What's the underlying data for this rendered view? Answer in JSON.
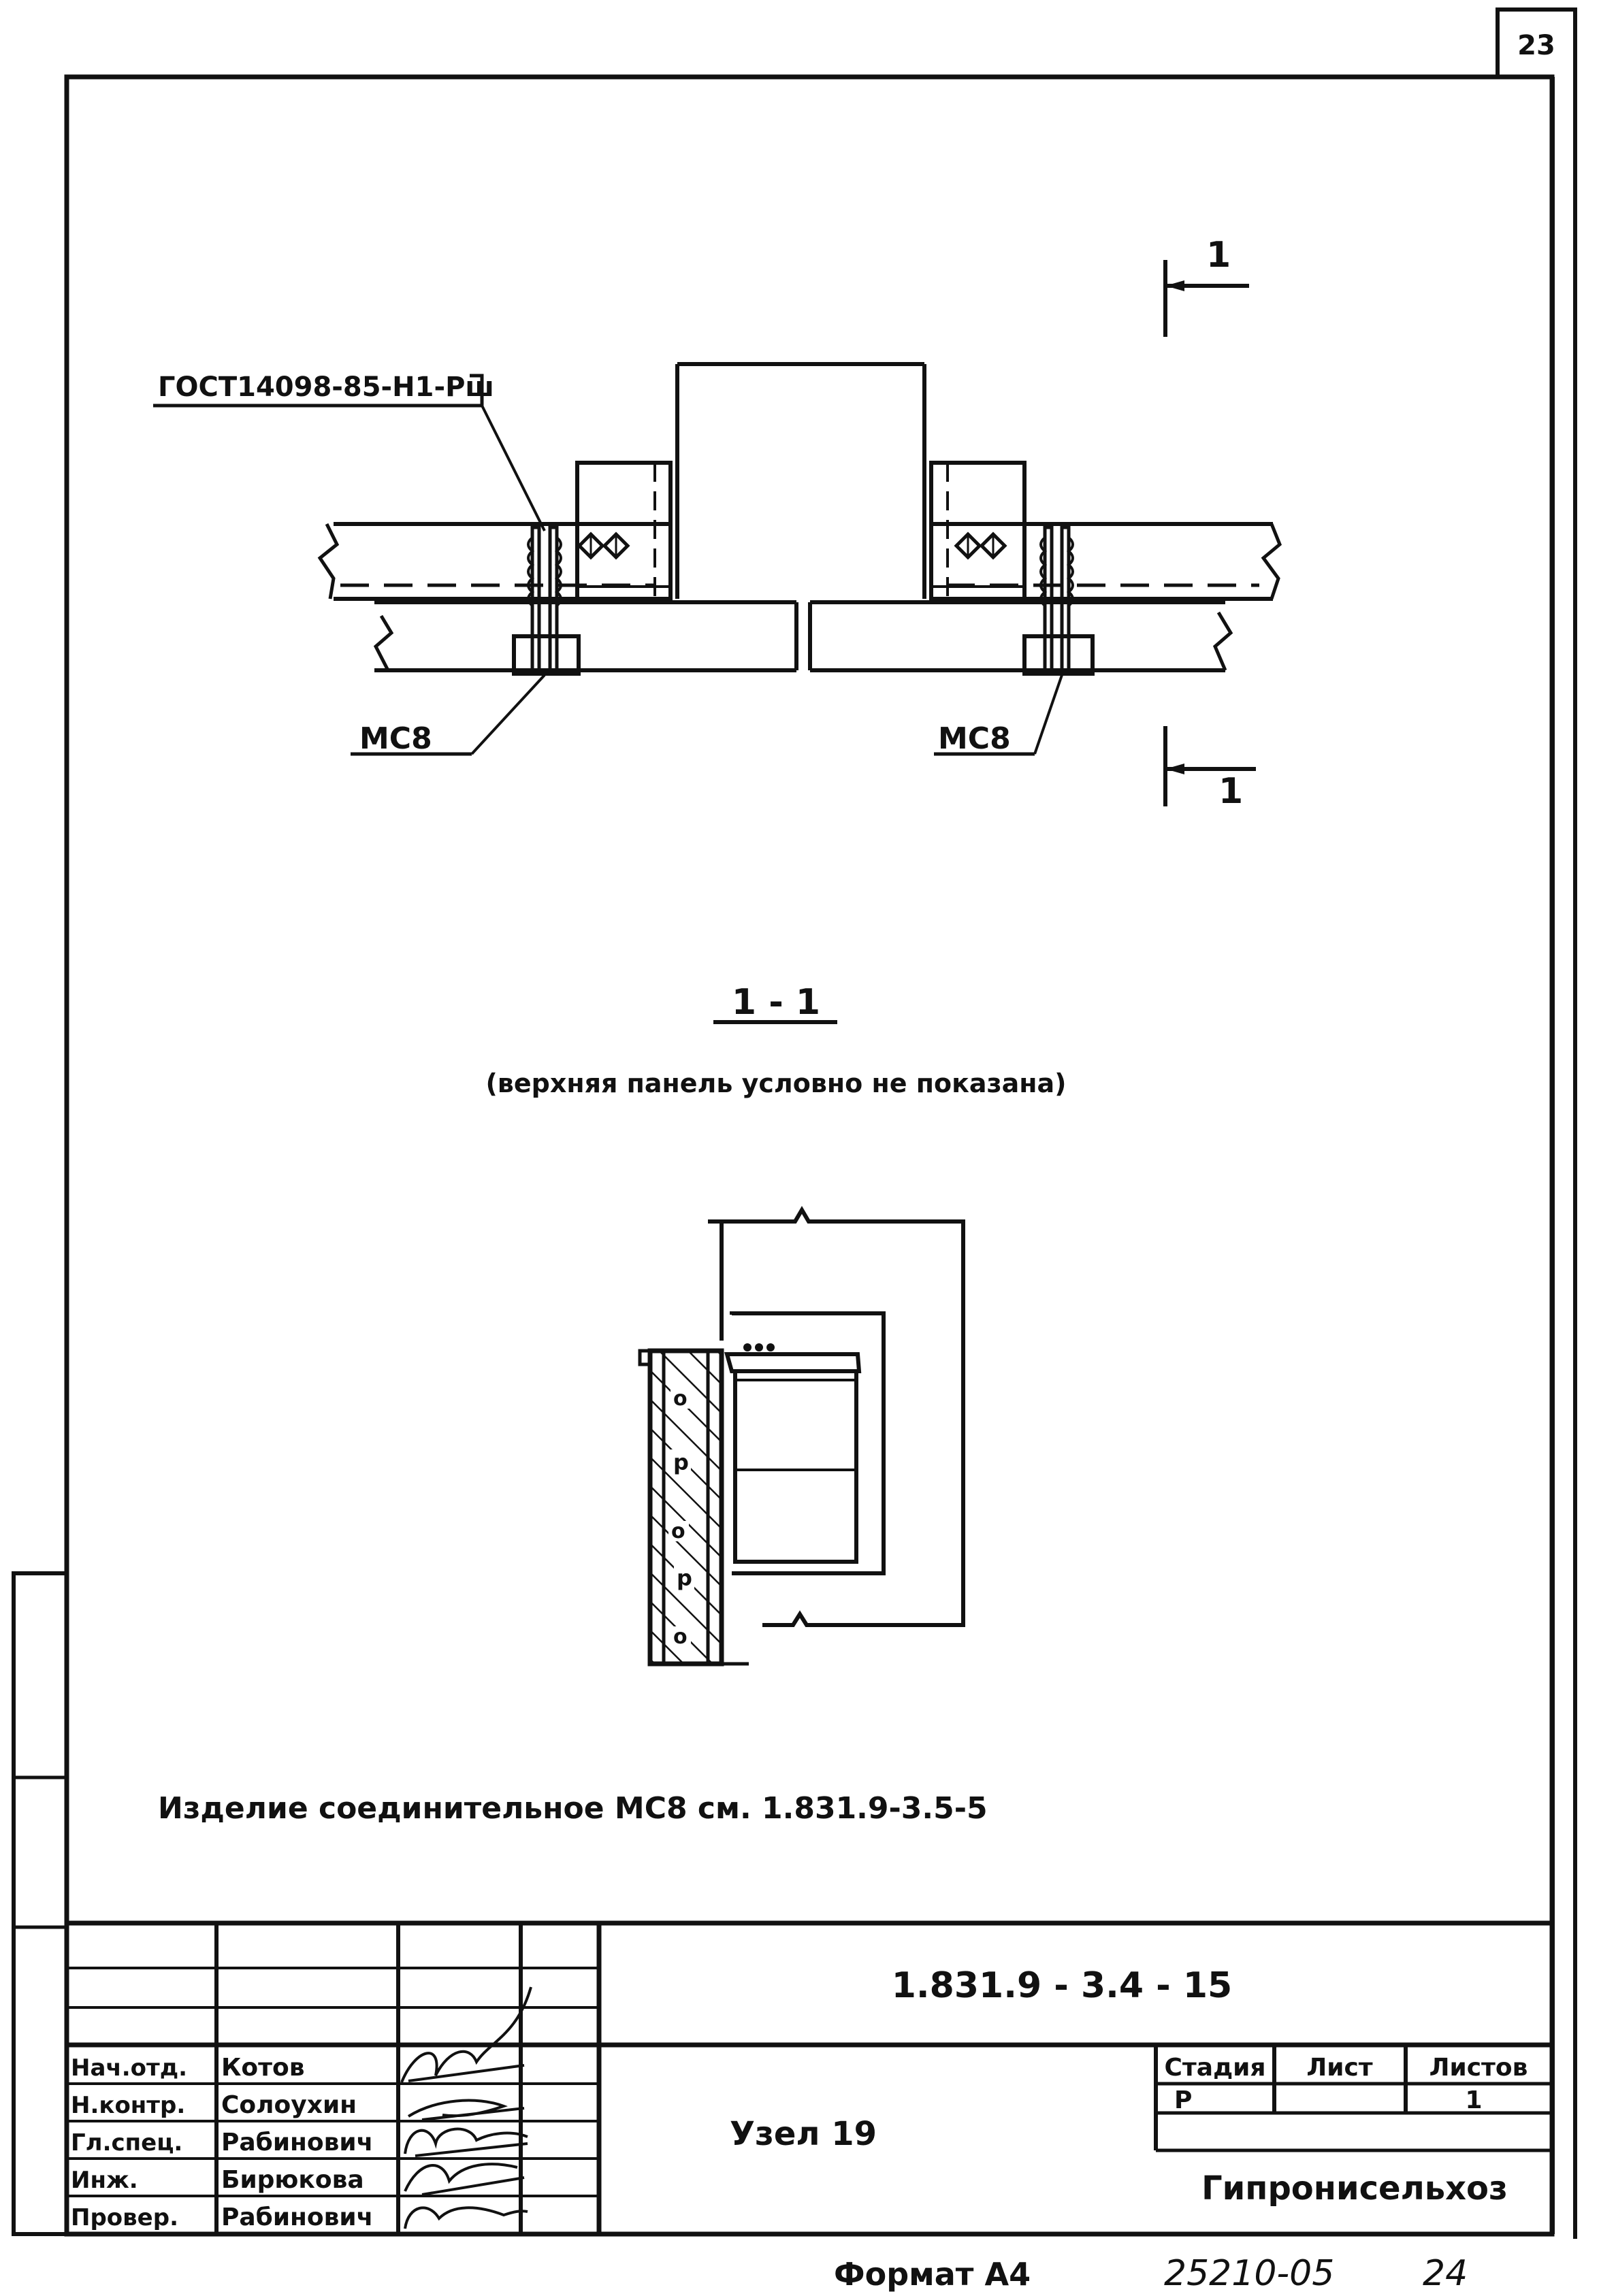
{
  "sheet": {
    "corner_sheet_number": "23",
    "format_label": "Формат А4",
    "archive_number": "25210-05",
    "archive_sheet": "24"
  },
  "plan_view": {
    "gost_callout": "ГОСТ14098-85-Н1-Рш",
    "connector_left": "МС8",
    "connector_right": "МС8",
    "section_mark_top": "1",
    "section_mark_bottom": "1"
  },
  "section_view": {
    "title": "1 - 1",
    "note": "(верхняя панель условно не показана)"
  },
  "general_note": "Изделие соединительное МС8 см. 1.831.9-3.5-5",
  "title_block": {
    "designation": "1.831.9 - 3.4 - 15",
    "drawing_name": "Узел 19",
    "organization": "Гипронисельхоз",
    "headers": {
      "stage": "Стадия",
      "sheet": "Лист",
      "sheets": "Листов"
    },
    "values": {
      "stage": "Р",
      "sheet": "",
      "sheets": "1"
    },
    "signatures": [
      {
        "role": "Нач.отд.",
        "name": "Котов"
      },
      {
        "role": "Н.контр.",
        "name": "Солоухин"
      },
      {
        "role": "Гл.спец.",
        "name": "Рабинович"
      },
      {
        "role": "Инж.",
        "name": "Бирюкова"
      },
      {
        "role": "Провер.",
        "name": "Рабинович"
      }
    ]
  }
}
